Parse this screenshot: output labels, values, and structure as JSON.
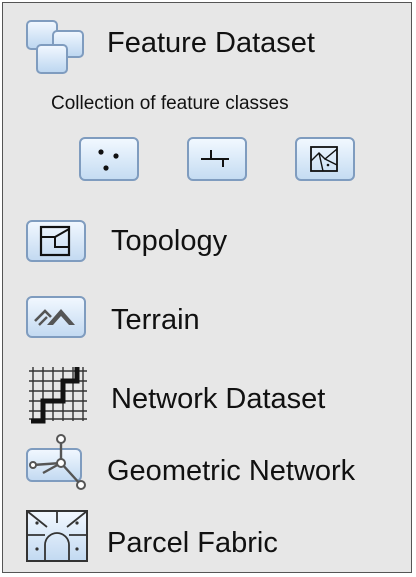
{
  "items": {
    "feature_dataset": "Feature Dataset",
    "feature_classes_caption": "Collection of feature classes",
    "topology": "Topology",
    "terrain": "Terrain",
    "network_dataset": "Network Dataset",
    "geometric_network": "Geometric Network",
    "parcel_fabric": "Parcel Fabric"
  },
  "feature_class_icons": [
    "point-feature-class-icon",
    "line-feature-class-icon",
    "polygon-feature-class-icon"
  ],
  "colors": {
    "icon_fill": "#cfe2f6",
    "icon_border": "#7f9cbf",
    "panel_bg": "#e7e7e7"
  }
}
